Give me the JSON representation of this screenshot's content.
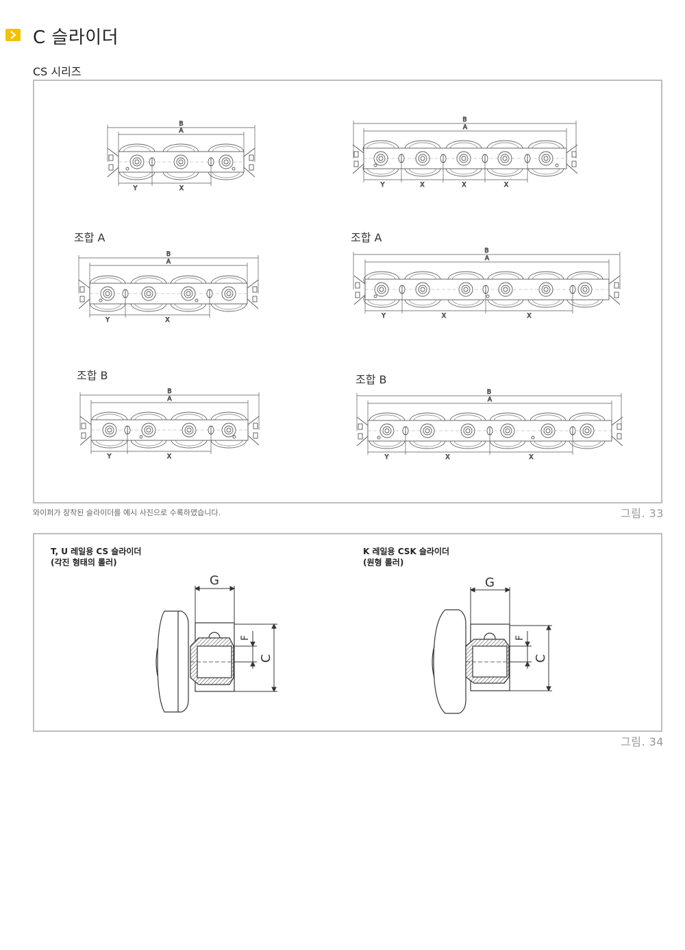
{
  "header": {
    "title": "C 슬라이더",
    "subtitle": "CS 시리즈",
    "accent_color": "#f2c200",
    "icon": "chevron-right-icon"
  },
  "figure33": {
    "labels": {
      "combo_a_left": "조합 A",
      "combo_a_right": "조합 A",
      "combo_b_left": "조합 B",
      "combo_b_right": "조합 B"
    },
    "dim": {
      "a": "A",
      "b": "B",
      "x": "X",
      "y": "Y"
    },
    "caption": "와이퍼가 장착된 슬라이더를 예시 사진으로 수록하였습니다.",
    "fig_label": "그림. 33"
  },
  "figure34": {
    "left_title_1": "T, U 레일용 CS 슬라이더",
    "left_title_2": "(각진 형태의 롤러)",
    "right_title_1": "K 레일용 CSK 슬라이더",
    "right_title_2": "(원형 롤러)",
    "dim": {
      "g": "G",
      "f": "F",
      "c": "C"
    },
    "fig_label": "그림. 34"
  }
}
